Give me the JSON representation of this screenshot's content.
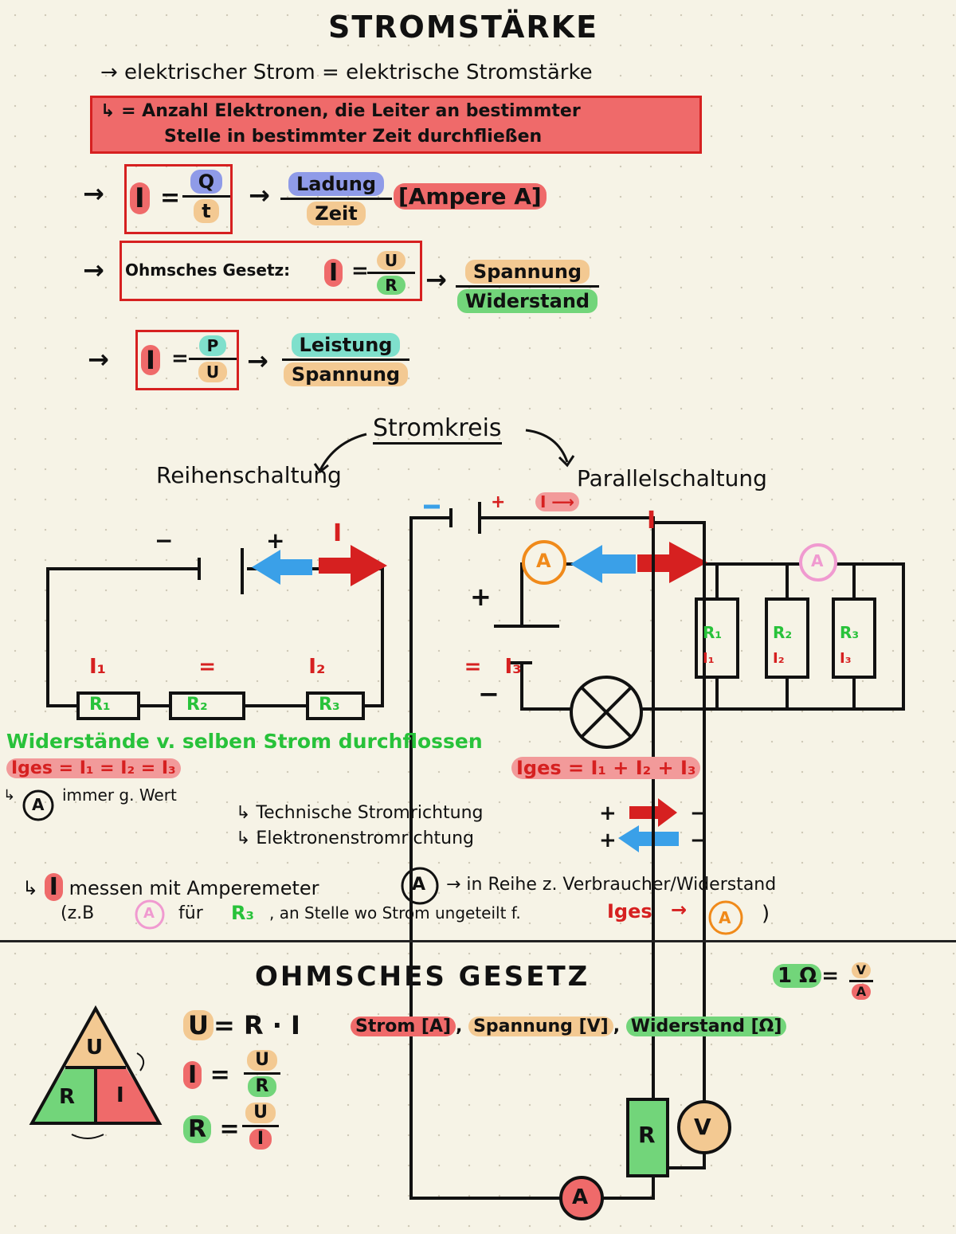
{
  "title": "STROMSTÄRKE",
  "intro": "→ elektrischer Strom = elektrische Stromstärke",
  "definition": [
    "↳ = Anzahl Elektronen, die Leiter an bestimmter",
    "Stelle in bestimmter Zeit durchfließen"
  ],
  "formula1": {
    "lhs": "I",
    "num": "Q",
    "den": "t",
    "num_word": "Ladung",
    "den_word": "Zeit",
    "unit": "[Ampere A]"
  },
  "formula2": {
    "label": "Ohmsches Gesetz:",
    "lhs": "I",
    "num": "U",
    "den": "R",
    "num_word": "Spannung",
    "den_word": "Widerstand"
  },
  "formula3": {
    "lhs": "I",
    "num": "P",
    "den": "U",
    "num_word": "Leistung",
    "den_word": "Spannung"
  },
  "circuit_heading": "Stromkreis",
  "series": {
    "label": "Reihenschaltung",
    "minus": "−",
    "plus": "+",
    "current": "I",
    "currents": [
      "I₁",
      "=",
      "I₂",
      "=",
      "I₃"
    ],
    "resistors": [
      "R₁",
      "R₂",
      "R₃"
    ],
    "note": "Widerstände v. selben Strom durchflossen",
    "formula": "Iges = I₁ = I₂ = I₃",
    "ammeter_note": "immer g. Wert",
    "ammeter": "A"
  },
  "parallel": {
    "label": "Parallelschaltung",
    "plus": "+",
    "minus": "−",
    "current": "I",
    "ammeter": "A",
    "resistors": [
      "R₁",
      "R₂",
      "R₃"
    ],
    "currents": [
      "I₁",
      "I₂",
      "I₃"
    ],
    "formula": "Iges = I₁ + I₂ + I₃"
  },
  "directions": [
    {
      "text": "↳ Technische Stromrichtung",
      "plus": "+",
      "minus": "−"
    },
    {
      "text": "↳ Elektronenstromrichtung",
      "plus": "+",
      "minus": "−"
    }
  ],
  "measure": {
    "line1_a": "↳",
    "line1_b": "I",
    "line1_c": "messen mit Amperemeter",
    "ammeter": "A",
    "line1_d": "→ in Reihe z. Verbraucher/Widerstand",
    "line2_a": "(z.B",
    "line2_b": "für",
    "line2_c": "R₃",
    "line2_d": ", an Stelle wo Strom ungeteilt f.",
    "line2_e": "Iges",
    "line2_f": "→",
    "line2_g": ")"
  },
  "ohm_title": "OHMSCHES GESETZ",
  "ohm_unit_top": {
    "lhs": "1 Ω",
    "eq": "=",
    "num": "V",
    "den": "A"
  },
  "triangle": {
    "top": "U",
    "left": "R",
    "right": "I"
  },
  "ohm_formulas": [
    {
      "lhs": "U",
      "rhs": "= R · I"
    },
    {
      "lhs": "I",
      "num": "U",
      "den": "R"
    },
    {
      "lhs": "R",
      "num": "U",
      "den": "I"
    }
  ],
  "ohm_units": {
    "strom": "Strom [A]",
    "spannung": "Spannung [V]",
    "widerstand": "Widerstand [Ω]",
    "comma": ","
  },
  "ohm_circuit": {
    "minus": "−",
    "plus": "+",
    "current": "I ⟶",
    "resistor": "R",
    "voltmeter": "V",
    "ammeter": "A"
  },
  "colors": {
    "red": "#d62020",
    "blue": "#3aa0e8",
    "green": "#28c23a",
    "orange": "#f08a1a",
    "pink": "#f09ad0"
  }
}
